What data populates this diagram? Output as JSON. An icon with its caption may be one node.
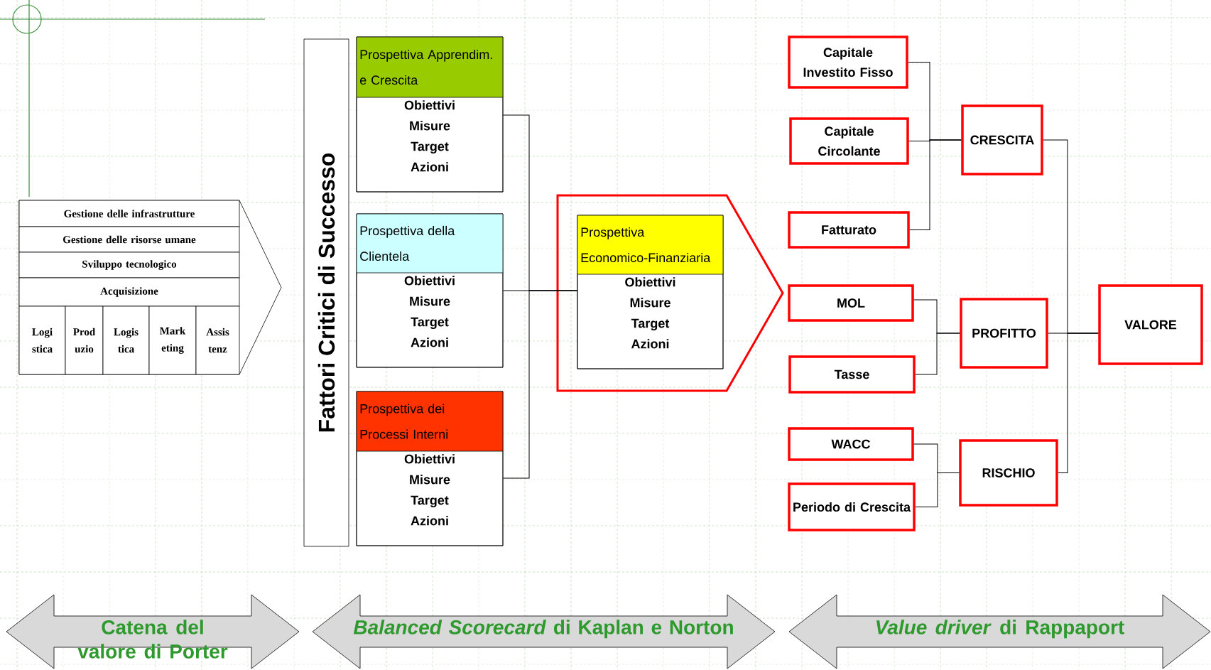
{
  "diagram": {
    "nodes": [
      {
        "text": [],
        "shape": "pentagon"
      },
      {
        "text": [
          "Gestione delle infrastrutture"
        ],
        "in": 0
      },
      {
        "text": [
          "Gestione delle risorse umane"
        ],
        "in": 0
      },
      {
        "text": [
          "Sviluppo tecnologico"
        ],
        "in": 0
      },
      {
        "text": [
          "Acquisizione"
        ],
        "in": 0
      },
      {
        "text": [
          "Logi stica"
        ],
        "in": 0
      },
      {
        "text": [
          "Prod uzio"
        ],
        "in": 0
      },
      {
        "text": [
          "Logis tica"
        ],
        "in": 0
      },
      {
        "text": [
          "Mark eting"
        ],
        "in": 0
      },
      {
        "text": [
          "Assis tenz"
        ],
        "in": 0
      },
      {
        "text": [
          "Fattori Critici di Successo"
        ]
      },
      {
        "text": [
          "Prospettiva Apprendim. e Crescita",
          "Obiettivi Misure Target Azioni"
        ]
      },
      {
        "text": [
          "Prospettiva della Clientela",
          "Obiettivi Misure Target Azioni"
        ]
      },
      {
        "text": [
          "Prospettiva dei Processi Interni",
          "Obiettivi Misure Target Azioni"
        ]
      },
      {
        "text": [],
        "shape": "pentagon"
      },
      {
        "text": [
          "Prospettiva Economico-Finanziaria",
          "Obiettivi Misure Target Azioni"
        ],
        "in": 14
      },
      {
        "text": [
          "Capitale Investito Fisso"
        ]
      },
      {
        "text": [
          "Capitale Circolante"
        ]
      },
      {
        "text": [
          "Fatturato"
        ]
      },
      {
        "text": [
          "CRESCITA"
        ]
      },
      {
        "text": [
          "MOL"
        ]
      },
      {
        "text": [
          "Tasse"
        ]
      },
      {
        "text": [
          "PROFITTO"
        ]
      },
      {
        "text": [
          "VALORE"
        ]
      },
      {
        "text": [
          "WACC"
        ]
      },
      {
        "text": [
          "Periodo di Crescita"
        ]
      },
      {
        "text": [
          "RISCHIO"
        ]
      },
      {
        "text": [
          "Catena del valore di Porter"
        ]
      },
      {
        "text": [
          "*Balanced Scorecard* di Kaplan e Norton"
        ]
      },
      {
        "text": [
          "*Value driver* di Rappaport"
        ]
      }
    ],
    "edges": [
      {
        "from": 11,
        "to": 15,
        "arrow": "none"
      },
      {
        "from": 12,
        "to": 15,
        "arrow": "none"
      },
      {
        "from": 13,
        "to": 15,
        "arrow": "none"
      },
      {
        "from": 16,
        "to": 19,
        "arrow": "none"
      },
      {
        "from": 17,
        "to": 19,
        "arrow": "none"
      },
      {
        "from": 18,
        "to": 19,
        "arrow": "none"
      },
      {
        "from": 20,
        "to": 22,
        "arrow": "none"
      },
      {
        "from": 21,
        "to": 22,
        "arrow": "none"
      },
      {
        "from": 24,
        "to": 26,
        "arrow": "none"
      },
      {
        "from": 25,
        "to": 26,
        "arrow": "none"
      },
      {
        "from": 19,
        "to": 23,
        "arrow": "none"
      },
      {
        "from": 22,
        "to": 23,
        "arrow": "none"
      },
      {
        "from": 26,
        "to": 23,
        "arrow": "none"
      }
    ]
  }
}
